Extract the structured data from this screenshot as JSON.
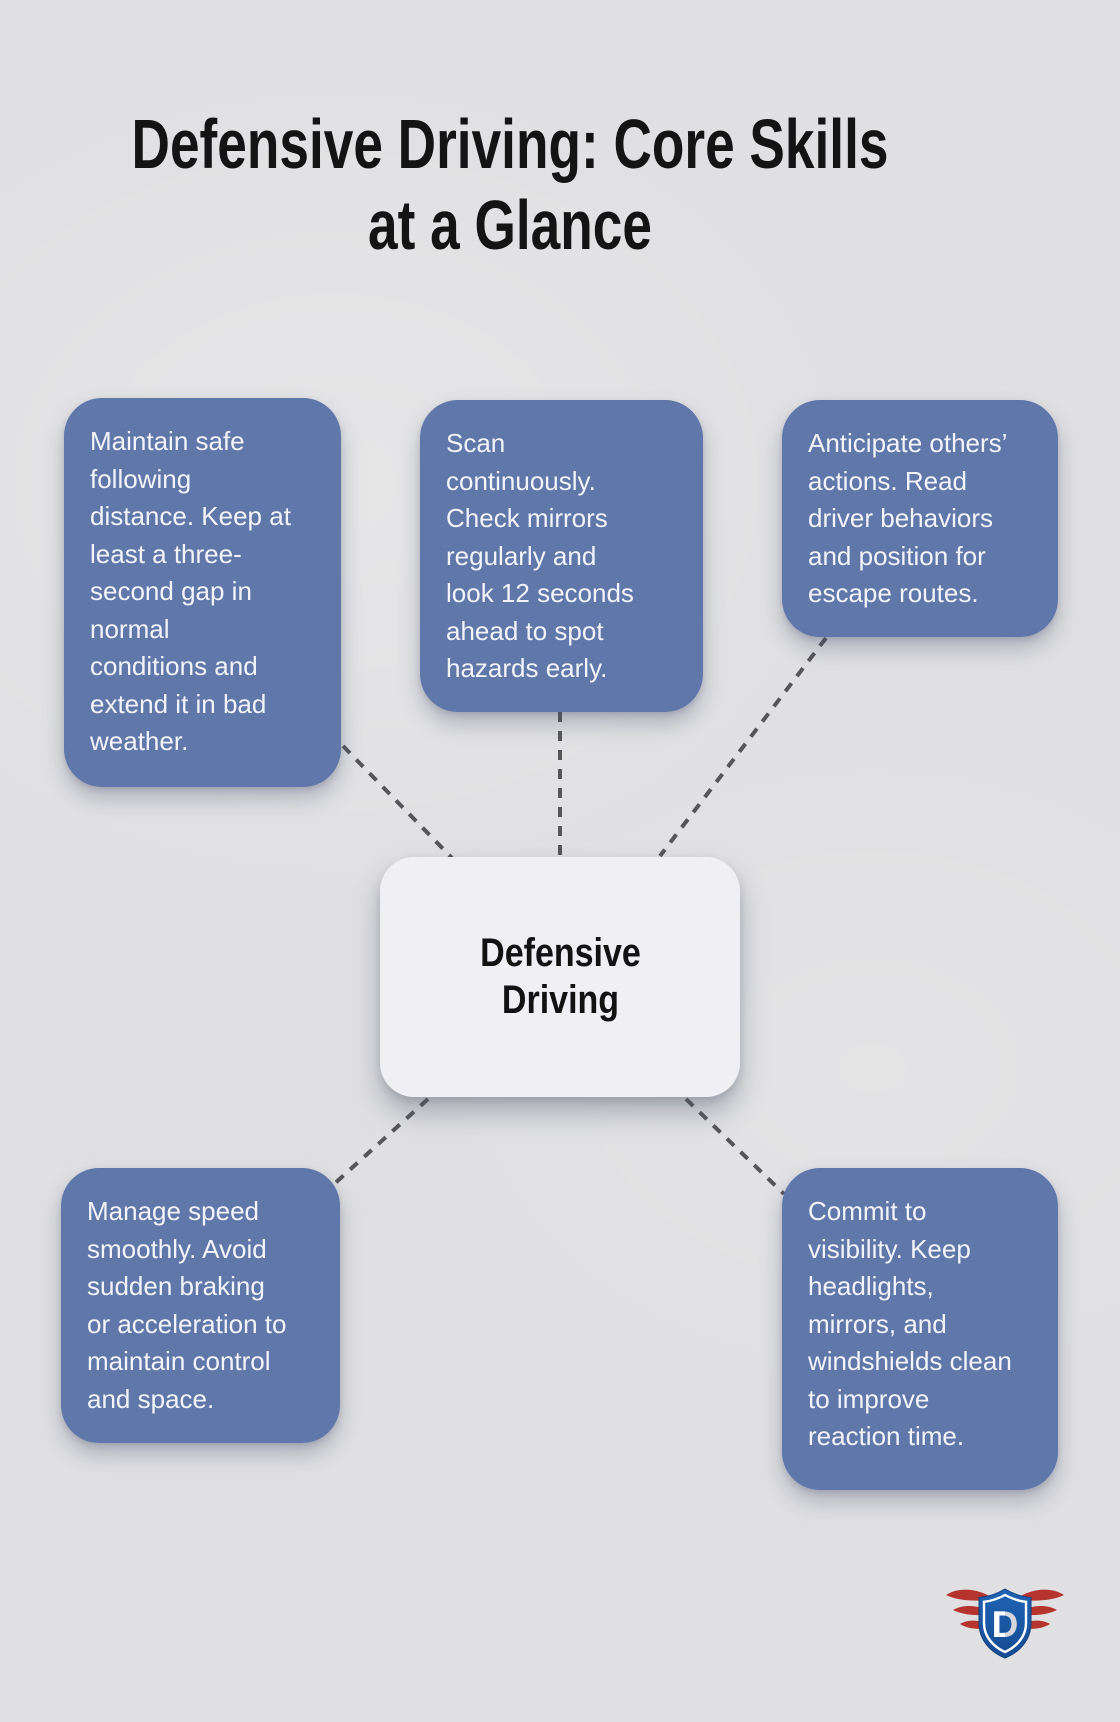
{
  "page": {
    "title_line1": "Defensive Driving: Core Skills",
    "title_line2": "at a Glance",
    "background_color": "#e0e0e2"
  },
  "center_node": {
    "label": "Defensive\nDriving",
    "bg_color": "#f0f0f4",
    "text_color": "#121212"
  },
  "nodes": [
    {
      "id": "maintain-distance",
      "position": "top-left",
      "text": "Maintain safe\nfollowing\ndistance. Keep at\nleast a three-\nsecond gap in\nnormal\nconditions and\nextend it in bad\nweather."
    },
    {
      "id": "scan-continuously",
      "position": "top-center",
      "text": "Scan\ncontinuously.\nCheck mirrors\nregularly and\nlook 12 seconds\nahead to spot\nhazards early."
    },
    {
      "id": "anticipate-actions",
      "position": "top-right",
      "text": "Anticipate others’\nactions. Read\ndriver behaviors\nand position for\nescape routes."
    },
    {
      "id": "manage-speed",
      "position": "bottom-left",
      "text": "Manage speed\nsmoothly. Avoid\nsudden braking\nor acceleration to\nmaintain control\nand space."
    },
    {
      "id": "commit-visibility",
      "position": "bottom-right",
      "text": "Commit to\nvisibility. Keep\nheadlights,\nmirrors, and\nwindshields clean\nto improve\nreaction time."
    }
  ],
  "colors": {
    "node_bg": "#5f77a9",
    "node_text": "#f2f4f9",
    "connector": "#565658",
    "logo_shield": "#1b58a8",
    "logo_wing": "#b5342e"
  },
  "logo": {
    "letter": "D"
  }
}
